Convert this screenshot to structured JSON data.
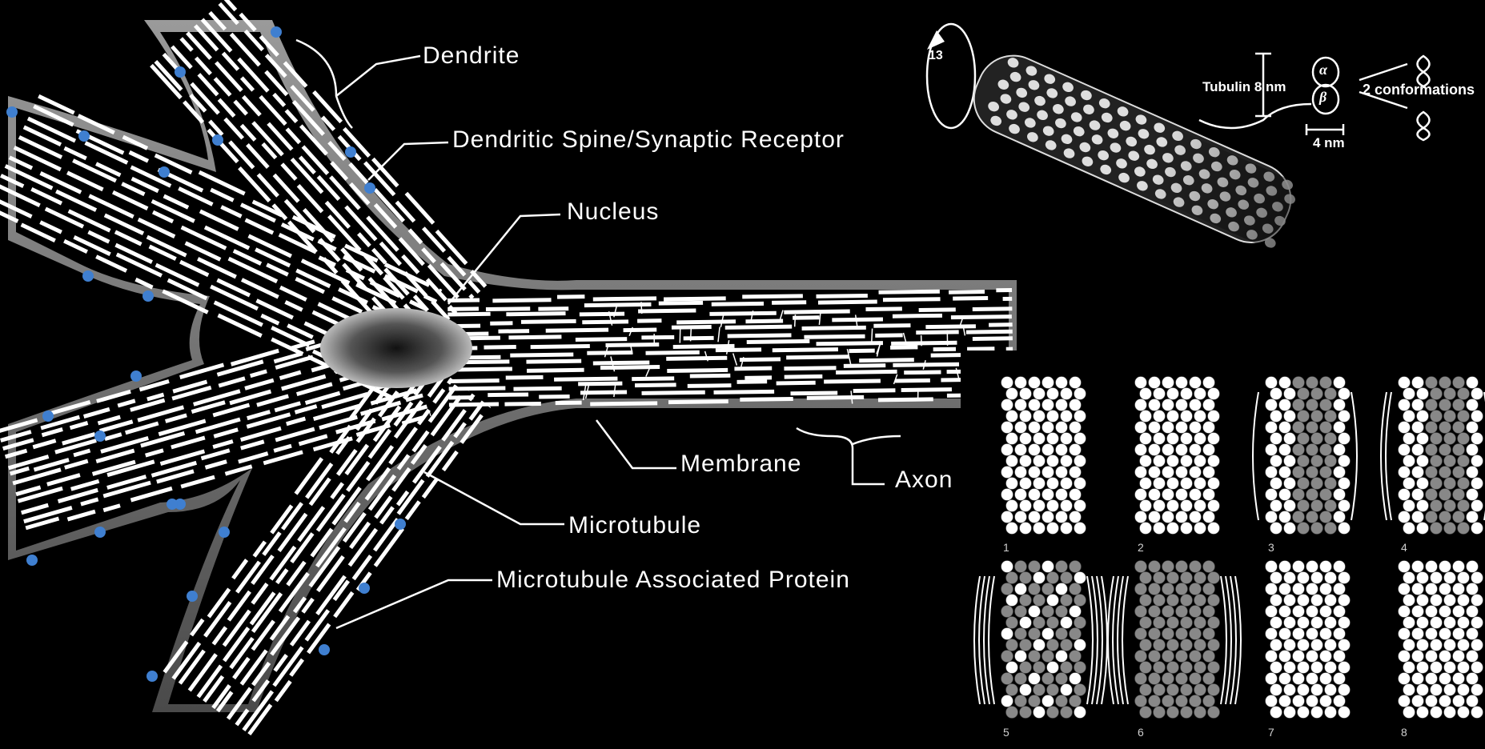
{
  "neuron": {
    "labels": {
      "dendrite": "Dendrite",
      "spine": "Dendritic Spine/Synaptic Receptor",
      "nucleus": "Nucleus",
      "membrane": "Membrane",
      "axon": "Axon",
      "microtubule": "Microtubule",
      "map": "Microtubule Associated Protein"
    },
    "colors": {
      "background": "#000000",
      "receptor": "#3f7fd0",
      "fibers": "#ffffff"
    }
  },
  "tubule": {
    "rotation_label": "13",
    "tubulin_label": "Tubulin 8 nm",
    "alpha": "α",
    "beta": "β",
    "width_label": "4 nm",
    "conformations_label": "2 conformations"
  },
  "panels": {
    "numbers": [
      "1",
      "2",
      "3",
      "4",
      "5",
      "6",
      "7",
      "8"
    ]
  }
}
